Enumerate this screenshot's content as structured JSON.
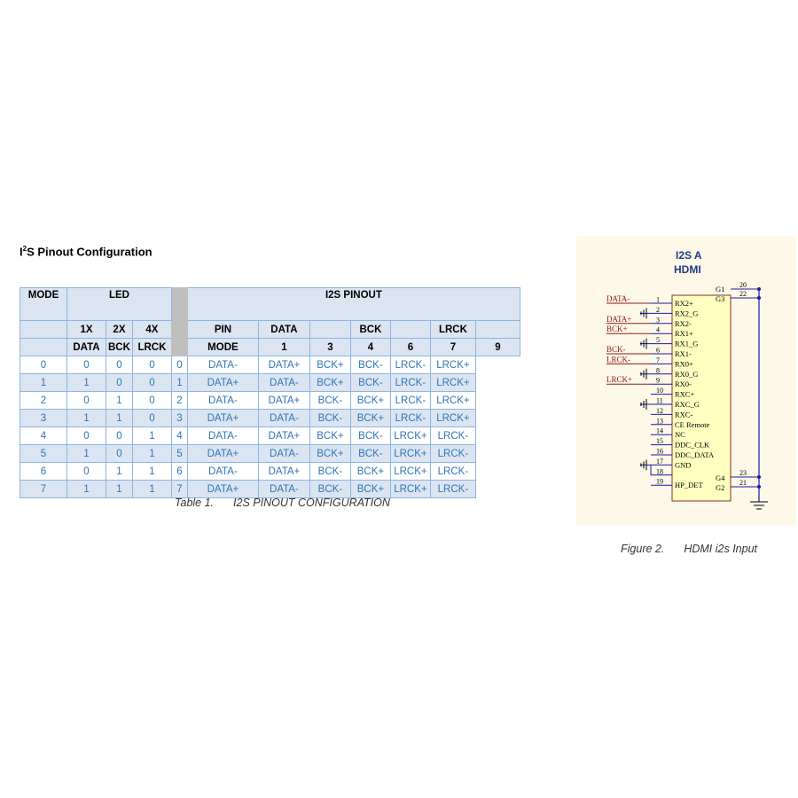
{
  "section_title": {
    "prefix": "I",
    "sup": "2",
    "rest": "S Pinout Configuration"
  },
  "table": {
    "header1": {
      "mode": "MODE",
      "led": "LED",
      "i2s": "I2S PINOUT"
    },
    "header2": [
      "1X",
      "2X",
      "4X",
      "PIN",
      "DATA",
      "",
      "BCK",
      "",
      "LRCK",
      ""
    ],
    "header3": [
      "DATA",
      "BCK",
      "LRCK",
      "MODE",
      "1",
      "3",
      "4",
      "6",
      "7",
      "9"
    ],
    "rows": [
      [
        "0",
        "0",
        "0",
        "0",
        "0",
        "DATA-",
        "DATA+",
        "BCK+",
        "BCK-",
        "LRCK-",
        "LRCK+"
      ],
      [
        "1",
        "1",
        "0",
        "0",
        "1",
        "DATA+",
        "DATA-",
        "BCK+",
        "BCK-",
        "LRCK-",
        "LRCK+"
      ],
      [
        "2",
        "0",
        "1",
        "0",
        "2",
        "DATA-",
        "DATA+",
        "BCK-",
        "BCK+",
        "LRCK-",
        "LRCK+"
      ],
      [
        "3",
        "1",
        "1",
        "0",
        "3",
        "DATA+",
        "DATA-",
        "BCK-",
        "BCK+",
        "LRCK-",
        "LRCK+"
      ],
      [
        "4",
        "0",
        "0",
        "1",
        "4",
        "DATA-",
        "DATA+",
        "BCK+",
        "BCK-",
        "LRCK+",
        "LRCK-"
      ],
      [
        "5",
        "1",
        "0",
        "1",
        "5",
        "DATA+",
        "DATA-",
        "BCK+",
        "BCK-",
        "LRCK+",
        "LRCK-"
      ],
      [
        "6",
        "0",
        "1",
        "1",
        "6",
        "DATA-",
        "DATA+",
        "BCK-",
        "BCK+",
        "LRCK+",
        "LRCK-"
      ],
      [
        "7",
        "1",
        "1",
        "1",
        "7",
        "DATA+",
        "DATA-",
        "BCK-",
        "BCK+",
        "LRCK+",
        "LRCK-"
      ]
    ]
  },
  "table_caption": {
    "label": "Table 1.",
    "text": "I2S PINOUT CONFIGURATION"
  },
  "schematic": {
    "title_line1": "I2S  A",
    "title_line2": "HDMI",
    "left_pins": [
      {
        "num": "1",
        "name": "RX2+"
      },
      {
        "num": "2",
        "name": "RX2_G"
      },
      {
        "num": "3",
        "name": "RX2-"
      },
      {
        "num": "4",
        "name": "RX1+"
      },
      {
        "num": "5",
        "name": "RX1_G"
      },
      {
        "num": "6",
        "name": "RX1-"
      },
      {
        "num": "7",
        "name": "RX0+"
      },
      {
        "num": "8",
        "name": "RX0_G"
      },
      {
        "num": "9",
        "name": "RX0-"
      },
      {
        "num": "10",
        "name": "RXC+"
      },
      {
        "num": "11",
        "name": "RXC_G"
      },
      {
        "num": "12",
        "name": "RXC-"
      },
      {
        "num": "13",
        "name": "CE Remote"
      },
      {
        "num": "14",
        "name": "NC"
      },
      {
        "num": "15",
        "name": "DDC_CLK"
      },
      {
        "num": "16",
        "name": "DDC_DATA"
      },
      {
        "num": "17",
        "name": "GND"
      },
      {
        "num": "18",
        "name": ""
      },
      {
        "num": "19",
        "name": "HP_DET"
      }
    ],
    "right_pins": [
      {
        "num": "20",
        "name": "G1"
      },
      {
        "num": "22",
        "name": "G3"
      },
      {
        "num": "23",
        "name": "G4"
      },
      {
        "num": "21",
        "name": "G2"
      }
    ],
    "net_labels": [
      {
        "text": "DATA-",
        "pin": "1"
      },
      {
        "text": "DATA+",
        "pin": "3"
      },
      {
        "text": "BCK+",
        "pin": "4"
      },
      {
        "text": "BCK-",
        "pin": "6"
      },
      {
        "text": "LRCK-",
        "pin": "7"
      },
      {
        "text": "LRCK+",
        "pin": "9"
      }
    ]
  },
  "figure_caption": {
    "label": "Figure 2.",
    "text": "HDMI i2s Input"
  }
}
